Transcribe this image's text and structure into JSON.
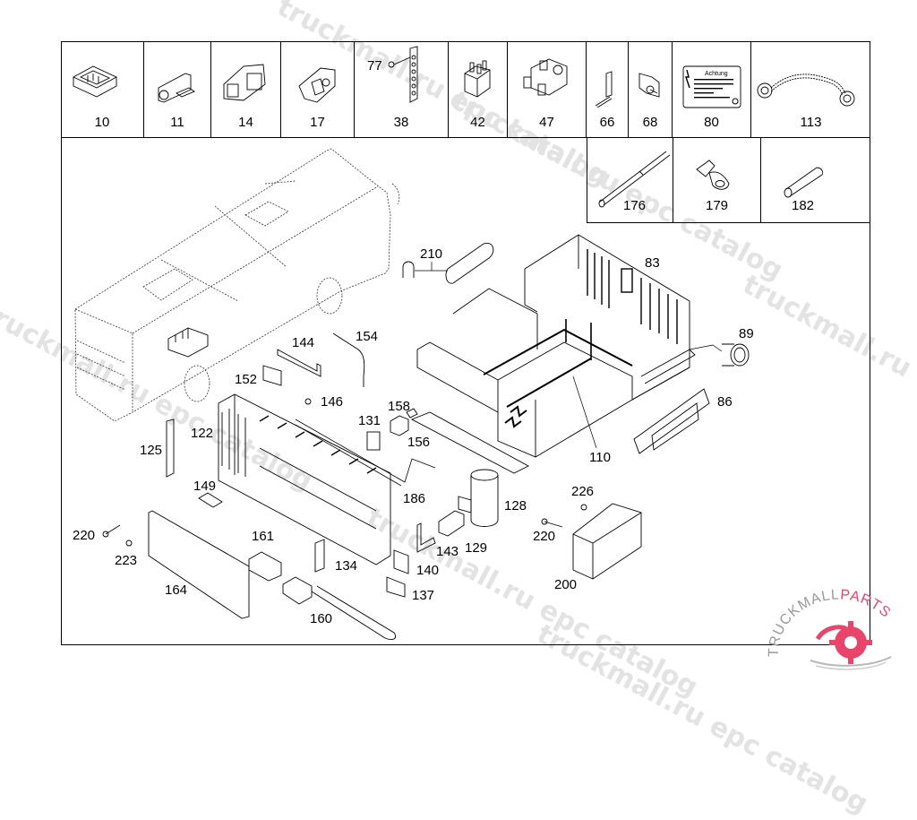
{
  "diagram": {
    "type": "exploded parts diagram",
    "subject": "Bus electrical distribution box / fuse and relay assembly"
  },
  "top_row_parts": [
    {
      "id": "part-10",
      "label": "10",
      "icon": "connector-socket-icon"
    },
    {
      "id": "part-11",
      "label": "11",
      "icon": "bracket-connector-icon"
    },
    {
      "id": "part-14",
      "label": "14",
      "icon": "relay-housing-icon"
    },
    {
      "id": "part-17",
      "label": "17",
      "icon": "mounting-bracket-icon"
    },
    {
      "id": "part-38",
      "label": "38",
      "icon": "terminal-strip-icon",
      "extra_label": "77"
    },
    {
      "id": "part-42",
      "label": "42",
      "icon": "relay-icon"
    },
    {
      "id": "part-47",
      "label": "47",
      "icon": "double-relay-icon"
    },
    {
      "id": "part-66",
      "label": "66",
      "icon": "angle-bracket-icon"
    },
    {
      "id": "part-68",
      "label": "68",
      "icon": "plate-stud-icon"
    },
    {
      "id": "part-80",
      "label": "80",
      "icon": "warning-label-icon",
      "label_text": "Achtung"
    },
    {
      "id": "part-113",
      "label": "113",
      "icon": "cable-harness-icon"
    }
  ],
  "second_row_parts": [
    {
      "id": "part-176",
      "label": "176",
      "icon": "rod-icon"
    },
    {
      "id": "part-179",
      "label": "179",
      "icon": "ring-terminal-icon"
    },
    {
      "id": "part-182",
      "label": "182",
      "icon": "sleeve-icon"
    }
  ],
  "callouts": [
    {
      "label": "210"
    },
    {
      "label": "83"
    },
    {
      "label": "89"
    },
    {
      "label": "86"
    },
    {
      "label": "110"
    },
    {
      "label": "144"
    },
    {
      "label": "154"
    },
    {
      "label": "152"
    },
    {
      "label": "146"
    },
    {
      "label": "158"
    },
    {
      "label": "131"
    },
    {
      "label": "156"
    },
    {
      "label": "122"
    },
    {
      "label": "125"
    },
    {
      "label": "186"
    },
    {
      "label": "149"
    },
    {
      "label": "128"
    },
    {
      "label": "226"
    },
    {
      "label": "220"
    },
    {
      "label": "223"
    },
    {
      "label": "161"
    },
    {
      "label": "143"
    },
    {
      "label": "129"
    },
    {
      "label": "134"
    },
    {
      "label": "140"
    },
    {
      "label": "164"
    },
    {
      "label": "137"
    },
    {
      "label": "200"
    },
    {
      "label": "160"
    },
    {
      "label": "220"
    }
  ],
  "watermarks": [
    "truckmall.ru epc catalog"
  ],
  "brand": {
    "logo_text_dark": "TRUCKMALL",
    "logo_text_accent": "PARTS",
    "accent_color": "#e8456b",
    "gray_color": "#9a9a9a"
  }
}
